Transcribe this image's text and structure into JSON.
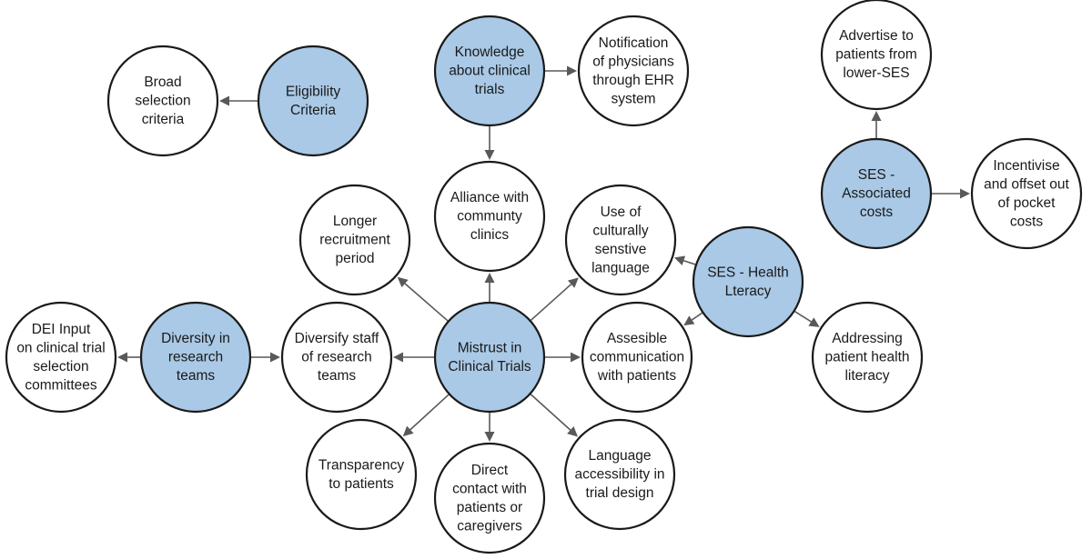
{
  "colors": {
    "primary_fill": "#a9c9e6",
    "secondary_fill": "#ffffff",
    "stroke": "#1a1a1a",
    "arrow": "#595959"
  },
  "nodes": [
    {
      "id": "eligibility",
      "kind": "primary",
      "lines": [
        "Eligibility",
        "Criteria"
      ]
    },
    {
      "id": "broad",
      "kind": "secondary",
      "lines": [
        "Broad",
        "selection",
        "criteria"
      ]
    },
    {
      "id": "knowledge",
      "kind": "primary",
      "lines": [
        "Knowledge",
        "about clinical",
        "trials"
      ]
    },
    {
      "id": "notification",
      "kind": "secondary",
      "lines": [
        "Notification",
        "of physicians",
        "through EHR",
        "system"
      ]
    },
    {
      "id": "advertise",
      "kind": "secondary",
      "lines": [
        "Advertise to",
        "patients from",
        "lower-SES"
      ]
    },
    {
      "id": "ses_costs",
      "kind": "primary",
      "lines": [
        "SES -",
        "Associated",
        "costs"
      ]
    },
    {
      "id": "incentivise",
      "kind": "secondary",
      "lines": [
        "Incentivise",
        "and offset out",
        "of pocket",
        "costs"
      ]
    },
    {
      "id": "alliance",
      "kind": "secondary",
      "lines": [
        "Alliance with",
        "communty",
        "clinics"
      ]
    },
    {
      "id": "longer",
      "kind": "secondary",
      "lines": [
        "Longer",
        "recruitment",
        "period"
      ]
    },
    {
      "id": "cultural",
      "kind": "secondary",
      "lines": [
        "Use of",
        "culturally",
        "senstive",
        "language"
      ]
    },
    {
      "id": "ses_health",
      "kind": "primary",
      "lines": [
        "SES - Health",
        "Lteracy"
      ]
    },
    {
      "id": "dei",
      "kind": "secondary",
      "lines": [
        "DEI Input",
        "on clinical trial",
        "selection",
        "committees"
      ]
    },
    {
      "id": "diversity",
      "kind": "primary",
      "lines": [
        "Diversity in",
        "research",
        "teams"
      ]
    },
    {
      "id": "diversify",
      "kind": "secondary",
      "lines": [
        "Diversify staff",
        "of research",
        "teams"
      ]
    },
    {
      "id": "mistrust",
      "kind": "primary",
      "lines": [
        "Mistrust in",
        "Clinical Trials"
      ]
    },
    {
      "id": "assesible",
      "kind": "secondary",
      "lines": [
        "Assesible",
        "communication",
        "with patients"
      ]
    },
    {
      "id": "addressing",
      "kind": "secondary",
      "lines": [
        "Addressing",
        "patient health",
        "literacy"
      ]
    },
    {
      "id": "transparency",
      "kind": "secondary",
      "lines": [
        "Transparency",
        "to patients"
      ]
    },
    {
      "id": "direct",
      "kind": "secondary",
      "lines": [
        "Direct",
        "contact with",
        "patients or",
        "caregivers"
      ]
    },
    {
      "id": "language",
      "kind": "secondary",
      "lines": [
        "Language",
        "accessibility in",
        "trial design"
      ]
    }
  ],
  "edges": [
    {
      "from": "eligibility",
      "to": "broad"
    },
    {
      "from": "knowledge",
      "to": "notification"
    },
    {
      "from": "knowledge",
      "to": "alliance"
    },
    {
      "from": "ses_costs",
      "to": "advertise"
    },
    {
      "from": "ses_costs",
      "to": "incentivise"
    },
    {
      "from": "ses_health",
      "to": "cultural"
    },
    {
      "from": "ses_health",
      "to": "assesible"
    },
    {
      "from": "ses_health",
      "to": "addressing"
    },
    {
      "from": "diversity",
      "to": "dei"
    },
    {
      "from": "diversity",
      "to": "diversify"
    },
    {
      "from": "mistrust",
      "to": "alliance"
    },
    {
      "from": "mistrust",
      "to": "longer"
    },
    {
      "from": "mistrust",
      "to": "cultural"
    },
    {
      "from": "mistrust",
      "to": "diversify"
    },
    {
      "from": "mistrust",
      "to": "assesible"
    },
    {
      "from": "mistrust",
      "to": "transparency"
    },
    {
      "from": "mistrust",
      "to": "direct"
    },
    {
      "from": "mistrust",
      "to": "language"
    }
  ]
}
